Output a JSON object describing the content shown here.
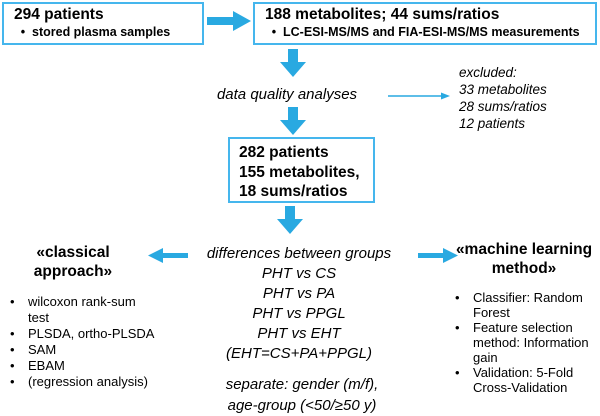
{
  "colors": {
    "arrow": "#29a9e1",
    "box_border": "#45b6ed",
    "text": "#000000",
    "background": "#ffffff"
  },
  "glyphs": {
    "bullet": "•"
  },
  "top_flow": {
    "patients_box": {
      "title": "294 patients",
      "bullet": "stored plasma samples"
    },
    "metabolites_box": {
      "title": "188 metabolites; 44 sums/ratios",
      "bullet": "LC-ESI-MS/MS and FIA-ESI-MS/MS measurements"
    },
    "quality_step": "data quality analyses",
    "excluded": {
      "lines": [
        "excluded:",
        "33 metabolites",
        "28 sums/ratios",
        "12 patients"
      ]
    },
    "cohort_box": {
      "lines": [
        "282 patients",
        "155 metabolites,",
        "18 sums/ratios"
      ]
    }
  },
  "comparisons": {
    "title": "differences between groups",
    "lines": [
      "PHT vs CS",
      "PHT vs PA",
      "PHT vs PPGL",
      "PHT vs EHT",
      "(EHT=CS+PA+PPGL)"
    ]
  },
  "stratification": {
    "lines": [
      "separate: gender (m/f),",
      "age-group (<50/≥50 y)"
    ]
  },
  "classical": {
    "title_lines": [
      "«classical",
      "approach»"
    ],
    "items": [
      {
        "lines": [
          "wilcoxon rank-sum",
          "test"
        ]
      },
      {
        "lines": [
          "PLSDA, ortho-PLSDA"
        ]
      },
      {
        "lines": [
          "SAM"
        ]
      },
      {
        "lines": [
          "EBAM"
        ]
      },
      {
        "lines": [
          "(regression analysis)"
        ]
      }
    ]
  },
  "ml": {
    "title_lines": [
      "«machine learning",
      "method»"
    ],
    "items": [
      {
        "lines": [
          "Classifier: Random",
          "Forest"
        ]
      },
      {
        "lines": [
          "Feature selection",
          "method: Information",
          "gain"
        ]
      },
      {
        "lines": [
          "Validation: 5-Fold",
          "Cross-Validation"
        ]
      }
    ]
  }
}
